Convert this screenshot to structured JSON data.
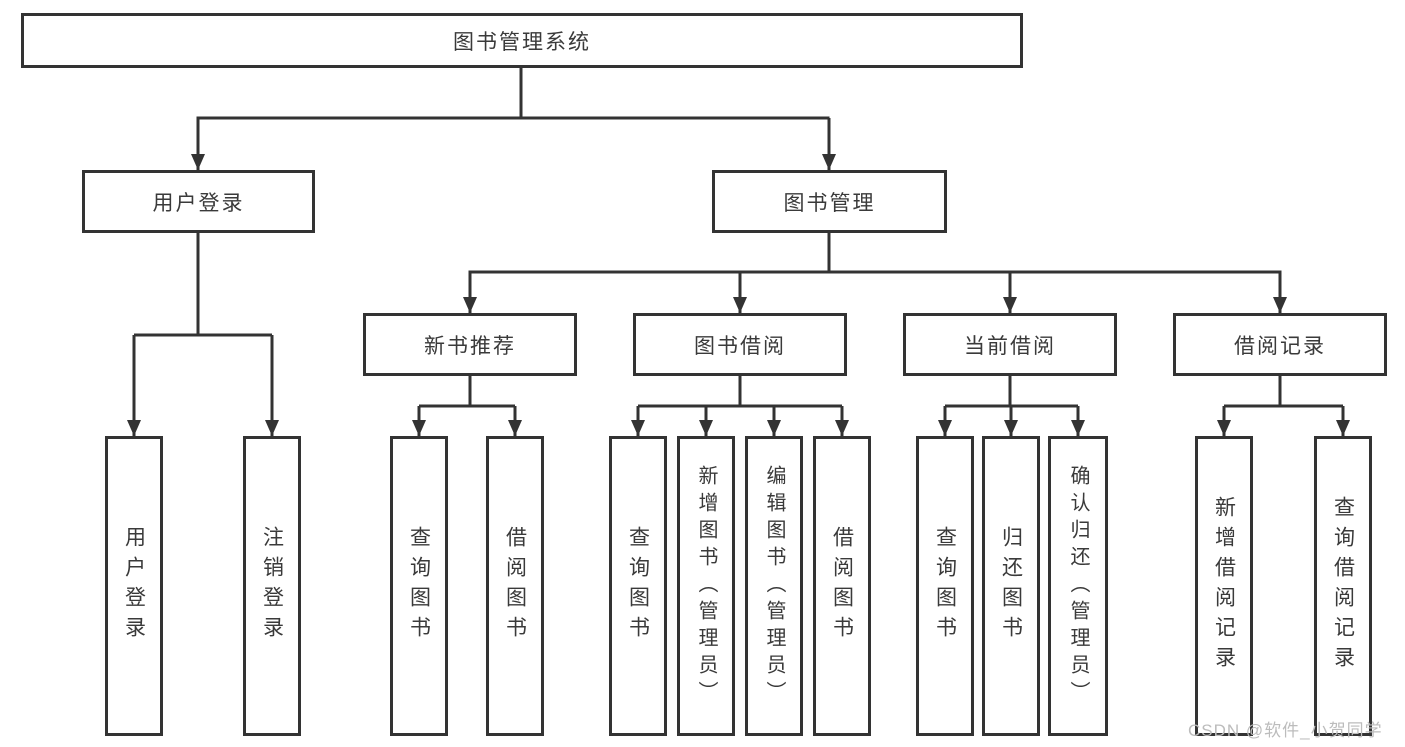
{
  "tree": {
    "root": {
      "label": "图书管理系统"
    },
    "branches": [
      {
        "label": "用户登录",
        "children": [
          {
            "label": "用户登录"
          },
          {
            "label": "注销登录"
          }
        ]
      },
      {
        "label": "图书管理",
        "children": [
          {
            "label": "新书推荐",
            "children": [
              {
                "label": "查询图书"
              },
              {
                "label": "借阅图书"
              }
            ]
          },
          {
            "label": "图书借阅",
            "children": [
              {
                "label": "查询图书"
              },
              {
                "label": "新增图书（管理员）"
              },
              {
                "label": "编辑图书（管理员）"
              },
              {
                "label": "借阅图书"
              }
            ]
          },
          {
            "label": "当前借阅",
            "children": [
              {
                "label": "查询图书"
              },
              {
                "label": "归还图书"
              },
              {
                "label": "确认归还（管理员）"
              }
            ]
          },
          {
            "label": "借阅记录",
            "children": [
              {
                "label": "新增借阅记录"
              },
              {
                "label": "查询借阅记录"
              }
            ]
          }
        ]
      }
    ]
  },
  "watermark": {
    "text": "CSDN @软件_小贺同学"
  },
  "colors": {
    "line": "#333333",
    "box_border": "#333333",
    "box_background": "#ffffff",
    "text": "#3a3a3a",
    "watermark_text": "#bcbcbc"
  }
}
